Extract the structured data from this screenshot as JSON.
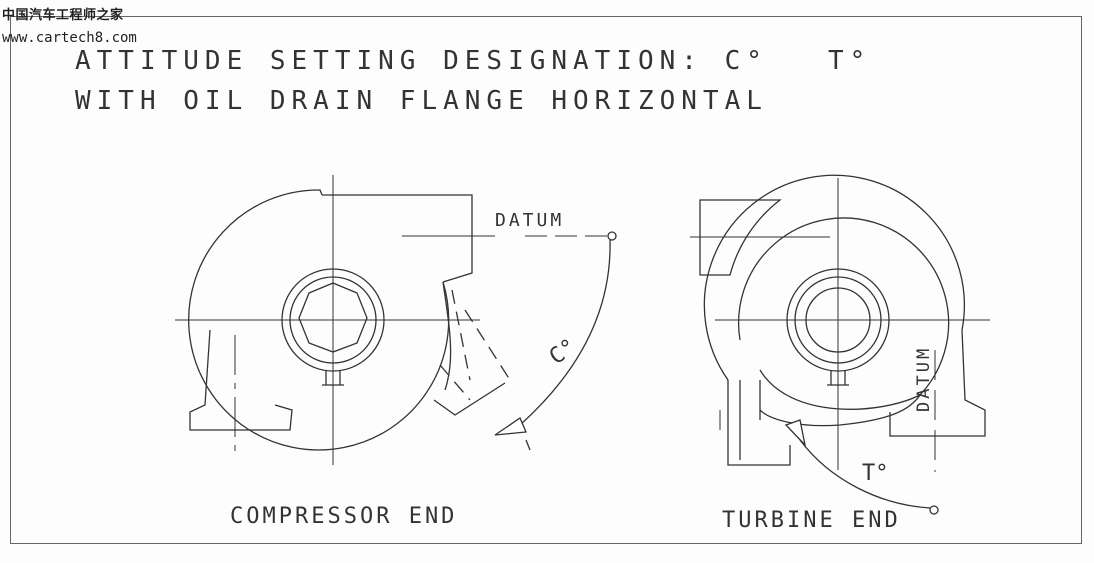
{
  "watermark": {
    "site_name": "中国汽车工程师之家",
    "url": "www.cartech8.com"
  },
  "heading": {
    "line1": "ATTITUDE SETTING DESIGNATION: C°",
    "t_label": "T°",
    "line2": "WITH OIL DRAIN FLANGE HORIZONTAL"
  },
  "compressor": {
    "datum_label": "DATUM",
    "angle_label": "C°",
    "caption": "COMPRESSOR END"
  },
  "turbine": {
    "datum_label": "DATUM",
    "angle_label": "T°",
    "caption": "TURBINE END"
  },
  "colors": {
    "line": "#333333",
    "background": "#fdfdfd"
  }
}
